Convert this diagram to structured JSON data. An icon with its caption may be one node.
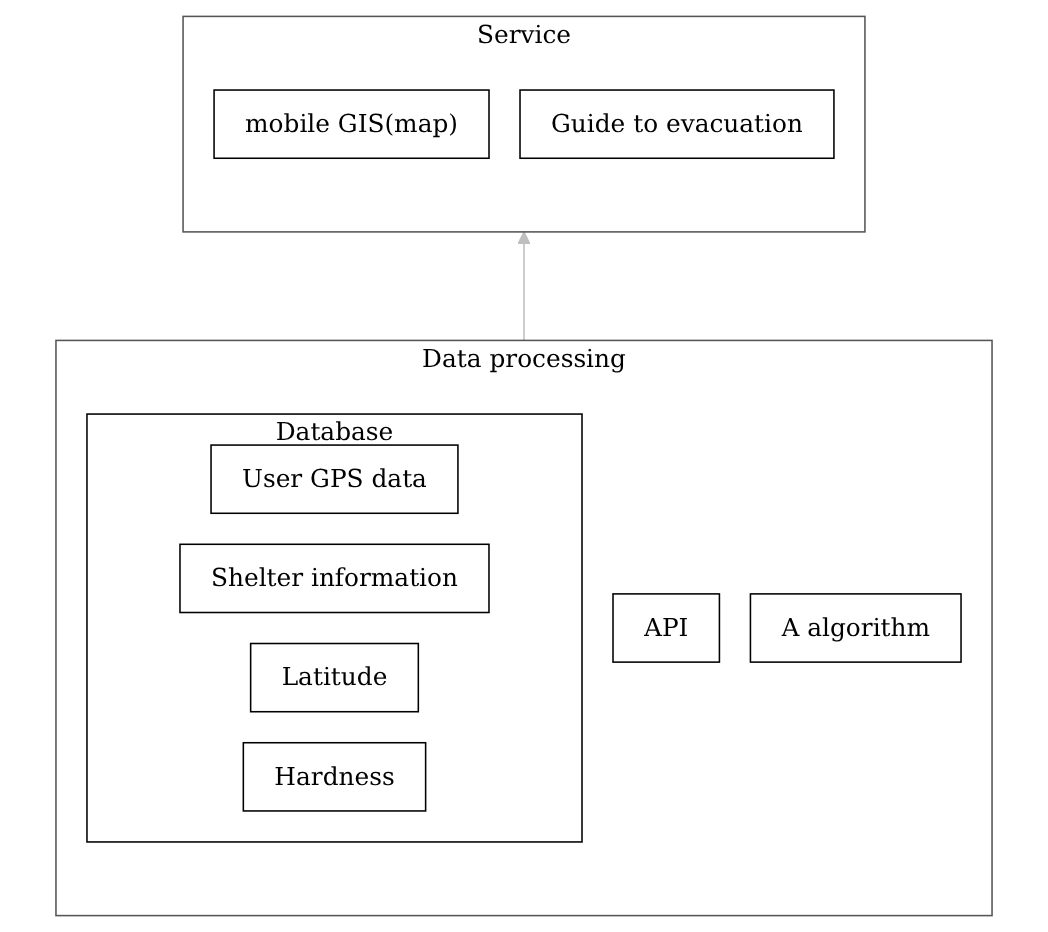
{
  "diagram": {
    "nodes": [
      {
        "text": [
          "Service"
        ]
      },
      {
        "text": [
          "mobile GIS(map)"
        ],
        "in": 0
      },
      {
        "text": [
          "Guide to evacuation"
        ],
        "in": 0
      },
      {
        "text": [
          "Data processing"
        ]
      },
      {
        "text": [
          "Database"
        ],
        "in": 3
      },
      {
        "text": [
          "User GPS data"
        ],
        "in": 4
      },
      {
        "text": [
          "Shelter information"
        ],
        "in": 4
      },
      {
        "text": [
          "Latitude"
        ],
        "in": 4
      },
      {
        "text": [
          "Hardness"
        ],
        "in": 4
      },
      {
        "text": [
          "API"
        ],
        "in": 3
      },
      {
        "text": [
          "A algorithm"
        ],
        "in": 3
      }
    ],
    "edges": [
      {
        "from": 3,
        "to": 0,
        "arrow": "to",
        "color": "#bfbfbf"
      }
    ]
  }
}
